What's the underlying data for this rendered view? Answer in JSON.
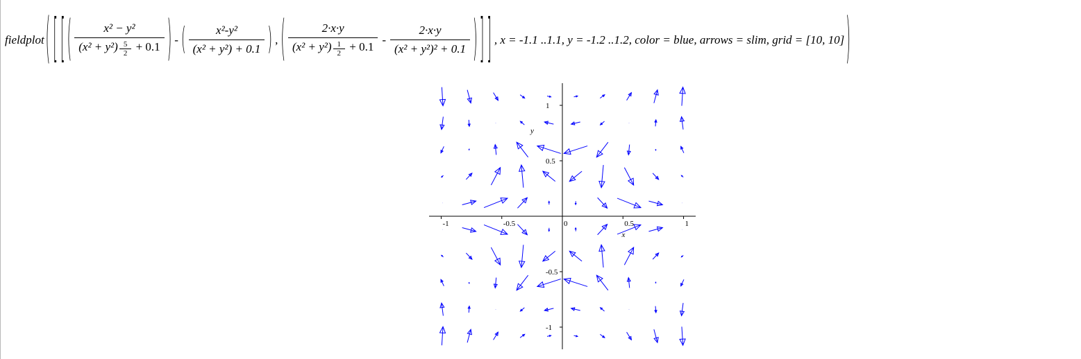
{
  "command": {
    "name": "fieldplot",
    "f1_num": "x² − y²",
    "f1_den_base": "(x² + y²)",
    "f1_den_exp_num": "5",
    "f1_den_exp_den": "2",
    "f1_den_add": "+ 0.1",
    "minus1": "-",
    "f2_num": "x²-y²",
    "f2_den": "(x² + y²) + 0.1",
    "comma1": ",",
    "g1_num": "2·x·y",
    "g1_den_base": "(x² + y²)",
    "g1_den_exp_num": "1",
    "g1_den_exp_den": "2",
    "g1_den_add": "+ 0.1",
    "minus2": "-",
    "g2_num": "2·x·y",
    "g2_den": "(x² + y²)² + 0.1",
    "args": ", x = -1.1 ..1.1, y = -1.2 ..1.2, color = blue, arrows = slim, grid = [10, 10]"
  },
  "chart_data": {
    "type": "vector-field",
    "color": "#0000ff",
    "grid": [
      10,
      10
    ],
    "xlim": [
      -1.1,
      1.1
    ],
    "ylim": [
      -1.2,
      1.2
    ],
    "xlabel": "x",
    "ylabel": "y",
    "xticks": [
      {
        "value": -1,
        "label": "-1"
      },
      {
        "value": -0.5,
        "label": "-0.5"
      },
      {
        "value": 0,
        "label": "0"
      },
      {
        "value": 0.5,
        "label": "0.5"
      },
      {
        "value": 1,
        "label": "1"
      }
    ],
    "yticks": [
      {
        "value": 1,
        "label": "1"
      },
      {
        "value": 0.5,
        "label": "0.5"
      },
      {
        "value": -0.5,
        "label": "-0.5"
      },
      {
        "value": -1,
        "label": "-1"
      }
    ]
  }
}
